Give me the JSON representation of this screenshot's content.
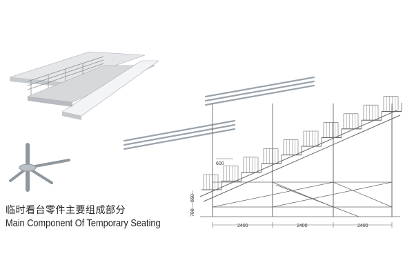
{
  "caption": {
    "chinese": "临时看台零件主要组成部分",
    "english": "Main Component Of Temporary Seating"
  },
  "diagram": {
    "seat_width": "600",
    "seat_height": "650",
    "step_height": "700",
    "bay_widths": [
      "2400",
      "2400",
      "2400"
    ]
  }
}
